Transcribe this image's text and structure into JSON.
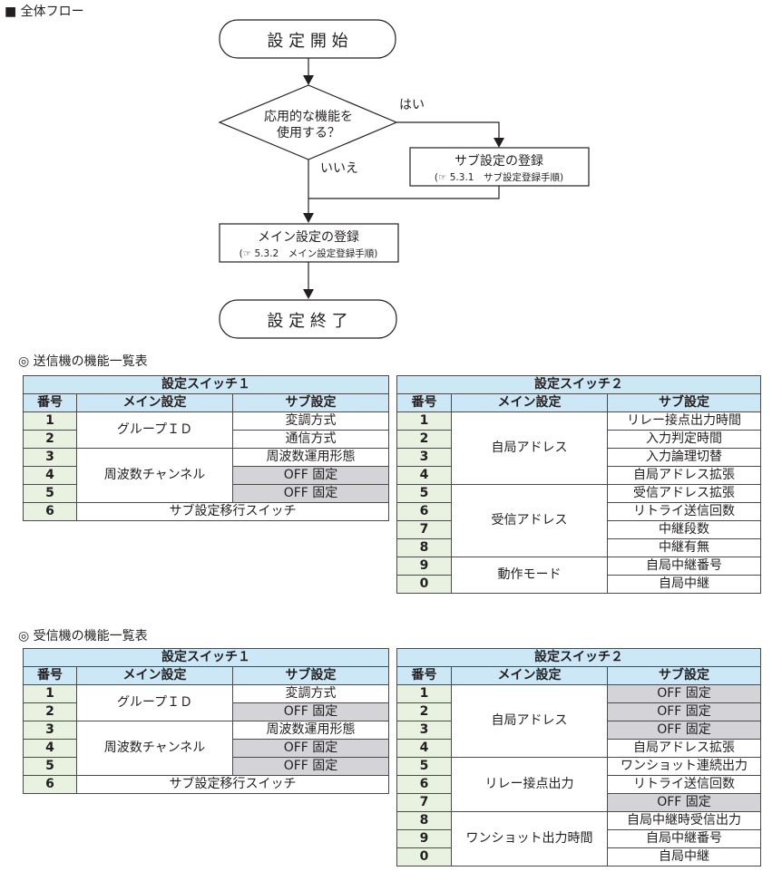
{
  "colors": {
    "header_bg": "#cce8f6",
    "number_bg": "#e9f1e1",
    "off_bg": "#d4d3d8",
    "line": "#231f20"
  },
  "flow": {
    "heading": "■ 全体フロー",
    "start": "設 定 開 始",
    "decision_line1": "応用的な機能を",
    "decision_line2": "使用する？",
    "yes_label": "はい",
    "no_label": "いいえ",
    "sub_box_title": "サブ設定の登録",
    "sub_box_ref": "(☞ 5.3.1　サブ設定登録手順)",
    "main_box_title": "メイン設定の登録",
    "main_box_ref": "(☞ 5.3.2　メイン設定登録手順)",
    "end": "設 定 終 了"
  },
  "transmitter": {
    "heading": "◎ 送信機の機能一覧表",
    "switch1": {
      "title": "設定スイッチ１",
      "headers": [
        "番号",
        "メイン設定",
        "サブ設定"
      ],
      "numbers": [
        "1",
        "2",
        "3",
        "4",
        "5",
        "6"
      ],
      "main_groups": [
        "グループＩＤ",
        "周波数チャンネル"
      ],
      "sub": [
        "変調方式",
        "通信方式",
        "周波数運用形態",
        "OFF 固定",
        "OFF 固定"
      ],
      "sub_off": [
        false,
        false,
        false,
        true,
        true
      ],
      "row6": "サブ設定移行スイッチ"
    },
    "switch2": {
      "title": "設定スイッチ２",
      "headers": [
        "番号",
        "メイン設定",
        "サブ設定"
      ],
      "numbers": [
        "1",
        "2",
        "3",
        "4",
        "5",
        "6",
        "7",
        "8",
        "9",
        "0"
      ],
      "main_groups": [
        "自局アドレス",
        "受信アドレス",
        "動作モード"
      ],
      "sub": [
        "リレー接点出力時間",
        "入力判定時間",
        "入力論理切替",
        "自局アドレス拡張",
        "受信アドレス拡張",
        "リトライ送信回数",
        "中継段数",
        "中継有無",
        "自局中継番号",
        "自局中継"
      ],
      "sub_off": [
        false,
        false,
        false,
        false,
        false,
        false,
        false,
        false,
        false,
        false
      ]
    }
  },
  "receiver": {
    "heading": "◎ 受信機の機能一覧表",
    "switch1": {
      "title": "設定スイッチ１",
      "headers": [
        "番号",
        "メイン設定",
        "サブ設定"
      ],
      "numbers": [
        "1",
        "2",
        "3",
        "4",
        "5",
        "6"
      ],
      "main_groups": [
        "グループＩＤ",
        "周波数チャンネル"
      ],
      "sub": [
        "変調方式",
        "OFF 固定",
        "周波数運用形態",
        "OFF 固定",
        "OFF 固定"
      ],
      "sub_off": [
        false,
        true,
        false,
        true,
        true
      ],
      "row6": "サブ設定移行スイッチ"
    },
    "switch2": {
      "title": "設定スイッチ２",
      "headers": [
        "番号",
        "メイン設定",
        "サブ設定"
      ],
      "numbers": [
        "1",
        "2",
        "3",
        "4",
        "5",
        "6",
        "7",
        "8",
        "9",
        "0"
      ],
      "main_groups": [
        "自局アドレス",
        "リレー接点出力",
        "ワンショット出力時間"
      ],
      "sub": [
        "OFF 固定",
        "OFF 固定",
        "OFF 固定",
        "自局アドレス拡張",
        "ワンショット連続出力",
        "リトライ送信回数",
        "OFF 固定",
        "自局中継時受信出力",
        "自局中継番号",
        "自局中継"
      ],
      "sub_off": [
        true,
        true,
        true,
        false,
        false,
        false,
        true,
        false,
        false,
        false
      ]
    }
  }
}
